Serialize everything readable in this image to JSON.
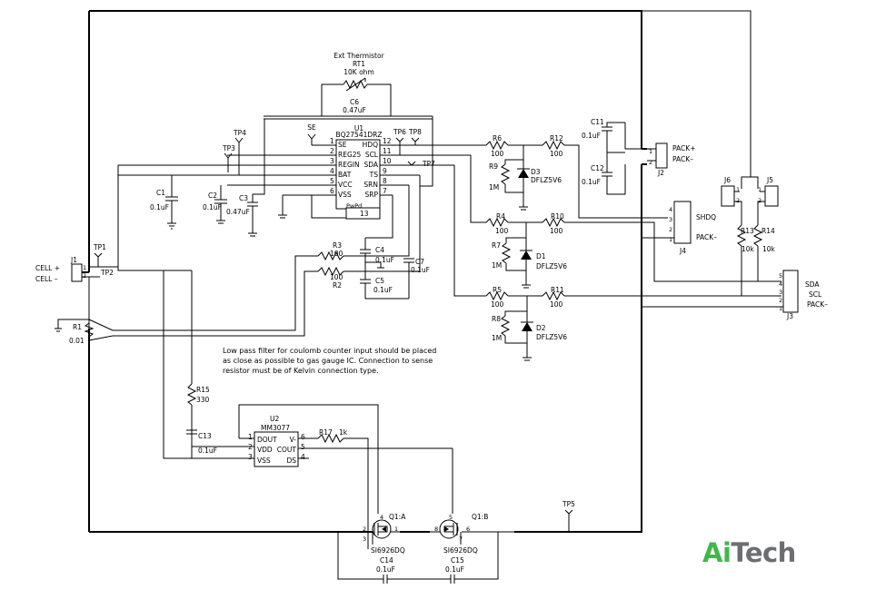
{
  "ic_u1": {
    "ref": "U1",
    "part": "BQ27541DRZ",
    "left_pins": [
      {
        "num": "1",
        "name": "SE"
      },
      {
        "num": "2",
        "name": "REG25"
      },
      {
        "num": "3",
        "name": "REGIN"
      },
      {
        "num": "4",
        "name": "BAT"
      },
      {
        "num": "5",
        "name": "VCC"
      },
      {
        "num": "6",
        "name": "VSS"
      }
    ],
    "right_pins": [
      {
        "num": "12",
        "name": "HDQ"
      },
      {
        "num": "11",
        "name": "SCL"
      },
      {
        "num": "10",
        "name": "SDA"
      },
      {
        "num": "9",
        "name": "TS"
      },
      {
        "num": "8",
        "name": "SRN"
      },
      {
        "num": "7",
        "name": "SRP"
      }
    ],
    "pad": {
      "num": "13",
      "name": "PwPd"
    }
  },
  "ic_u2": {
    "ref": "U2",
    "part": "MM3077",
    "left_pins": [
      {
        "num": "1",
        "name": "DOUT"
      },
      {
        "num": "2",
        "name": "VDD"
      },
      {
        "num": "3",
        "name": "VSS"
      }
    ],
    "right_pins": [
      {
        "num": "6",
        "name": "V-"
      },
      {
        "num": "5",
        "name": "COUT"
      },
      {
        "num": "4",
        "name": "DS"
      }
    ]
  },
  "thermistor": {
    "title": "Ext Thermistor",
    "ref": "RT1",
    "value": "10K ohm"
  },
  "c6": {
    "ref": "C6",
    "value": "0.47uF"
  },
  "c1": {
    "ref": "C1",
    "value": "0.1uF"
  },
  "c2": {
    "ref": "C2",
    "value": "0.1uF"
  },
  "c3": {
    "ref": "C3",
    "value": "0.47uF"
  },
  "c4": {
    "ref": "C4",
    "value": "0.1uF"
  },
  "c5": {
    "ref": "C5",
    "value": "0.1uF"
  },
  "c7": {
    "ref": "C7",
    "value": "0.1uF"
  },
  "c11": {
    "ref": "C11",
    "value": "0.1uF"
  },
  "c12": {
    "ref": "C12",
    "value": "0.1uF"
  },
  "c13": {
    "ref": "C13",
    "value": "0.1uF"
  },
  "c14": {
    "ref": "C14",
    "value": "0.1uF"
  },
  "c15": {
    "ref": "C15",
    "value": "0.1uF"
  },
  "r1": {
    "ref": "R1",
    "value": "0.01"
  },
  "r2": {
    "ref": "R2",
    "value": "100"
  },
  "r3": {
    "ref": "R3",
    "value": "100"
  },
  "r4": {
    "ref": "R4",
    "value": "100"
  },
  "r5": {
    "ref": "R5",
    "value": "100"
  },
  "r6": {
    "ref": "R6",
    "value": "100"
  },
  "r7": {
    "ref": "R7",
    "value": "1M"
  },
  "r8": {
    "ref": "R8",
    "value": "1M"
  },
  "r9": {
    "ref": "R9",
    "value": "1M"
  },
  "r10": {
    "ref": "R10",
    "value": "100"
  },
  "r11": {
    "ref": "R11",
    "value": "100"
  },
  "r12": {
    "ref": "R12",
    "value": "100"
  },
  "r13": {
    "ref": "R13",
    "value": "10k"
  },
  "r14": {
    "ref": "R14",
    "value": "10k"
  },
  "r15": {
    "ref": "R15",
    "value": "330"
  },
  "r17": {
    "ref": "R17",
    "value": "1k"
  },
  "d1": {
    "ref": "D1",
    "value": "DFLZ5V6"
  },
  "d2": {
    "ref": "D2",
    "value": "DFLZ5V6"
  },
  "d3": {
    "ref": "D3",
    "value": "DFLZ5V6"
  },
  "q1a": {
    "ref": "Q1:A",
    "part": "SI6926DQ",
    "pins": [
      "2",
      "3",
      "4",
      "1"
    ]
  },
  "q1b": {
    "ref": "Q1:B",
    "part": "SI6926DQ",
    "pins": [
      "8",
      "7",
      "5",
      "6"
    ]
  },
  "testpoints": {
    "tp1": "TP1",
    "tp2": "TP2",
    "tp3": "TP3",
    "tp4": "TP4",
    "tp5": "TP5",
    "tp6": "TP6",
    "tp7": "TP7",
    "tp8": "TP8",
    "se": "SE"
  },
  "j1": {
    "ref": "J1",
    "pin1": "1",
    "pin2": "2",
    "label1": "CELL +",
    "label2": "CELL –"
  },
  "j2": {
    "ref": "J2",
    "pin1": "1",
    "pin2": "2",
    "label1": "PACK+",
    "label2": "PACK–"
  },
  "j3": {
    "ref": "J3",
    "pins": [
      "5",
      "4",
      "3",
      "2",
      "1"
    ],
    "labels": [
      "SDA",
      "SCL",
      "PACK–"
    ]
  },
  "j4": {
    "ref": "J4",
    "pins": [
      "4",
      "3",
      "2",
      "1"
    ],
    "labels": [
      "SHDQ",
      "PACK–"
    ]
  },
  "j5": {
    "ref": "J5",
    "pins": [
      "1",
      "2"
    ]
  },
  "j6": {
    "ref": "J6",
    "pins": [
      "1",
      "2"
    ]
  },
  "note": [
    "Low pass filter for coulomb counter input should be placed",
    "as close as possible to gas gauge IC. Connection to sense",
    "resistor must be of Kelvin connection type."
  ],
  "logo": {
    "part1": "Ai",
    "part2": "Tech",
    "color1": "#43b649",
    "color2": "#6d6e71"
  }
}
